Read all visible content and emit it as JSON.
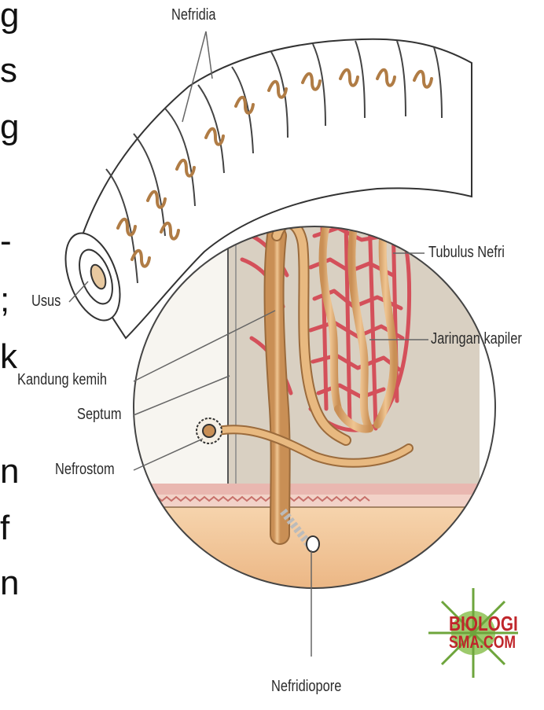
{
  "labels": {
    "nefridia": "Nefridia",
    "usus": "Usus",
    "tubulus": "Tubulus Nefri",
    "jaringan": "Jaringan kapiler",
    "kandung": "Kandung kemih",
    "septum": "Septum",
    "nefrostom": "Nefrostom",
    "nefridiopore": "Nefridiopore"
  },
  "edge_text": [
    "g",
    "s",
    "g",
    "-",
    ";",
    "k",
    "n",
    "f",
    "n"
  ],
  "logo": {
    "line1": "BIOLOGI",
    "line2": "SMA.COM"
  },
  "colors": {
    "tube": "#e3b27b",
    "capillary": "#d4505a",
    "tissue": "#d9d0c2",
    "skin": "#f2c89a",
    "logo_red": "#c0262b",
    "logo_green": "#6ea53c"
  }
}
